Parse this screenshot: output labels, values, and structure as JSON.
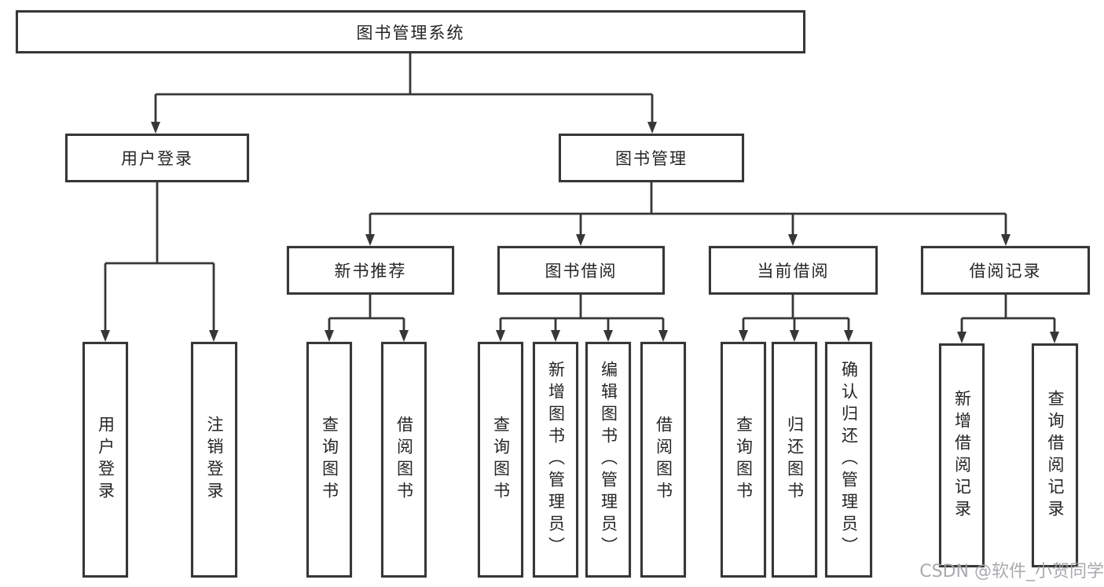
{
  "diagram_title": "图书管理系统",
  "colors": {
    "line": "#373737",
    "box_border": "#373737",
    "text": "#252525",
    "watermark": "#a3a3a8"
  },
  "nodes": {
    "root": "图书管理系统",
    "user_login": "用户登录",
    "book_mgmt": "图书管理",
    "new_book_rec": "新书推荐",
    "book_borrow": "图书借阅",
    "current_borrow": "当前借阅",
    "borrow_records": "借阅记录",
    "ul_login": "用户登录",
    "ul_logout": "注销登录",
    "nb_query": "查询图书",
    "nb_borrow": "借阅图书",
    "bb_query": "查询图书",
    "bb_add": "新增图书（管理员）",
    "bb_edit": "编辑图书（管理员）",
    "bb_borrow": "借阅图书",
    "cb_query": "查询图书",
    "cb_return": "归还图书",
    "cb_confirm": "确认归还（管理员）",
    "br_add": "新增借阅记录",
    "br_query": "查询借阅记录"
  },
  "watermark": {
    "text": "CSDN @软件_小贺同学"
  }
}
